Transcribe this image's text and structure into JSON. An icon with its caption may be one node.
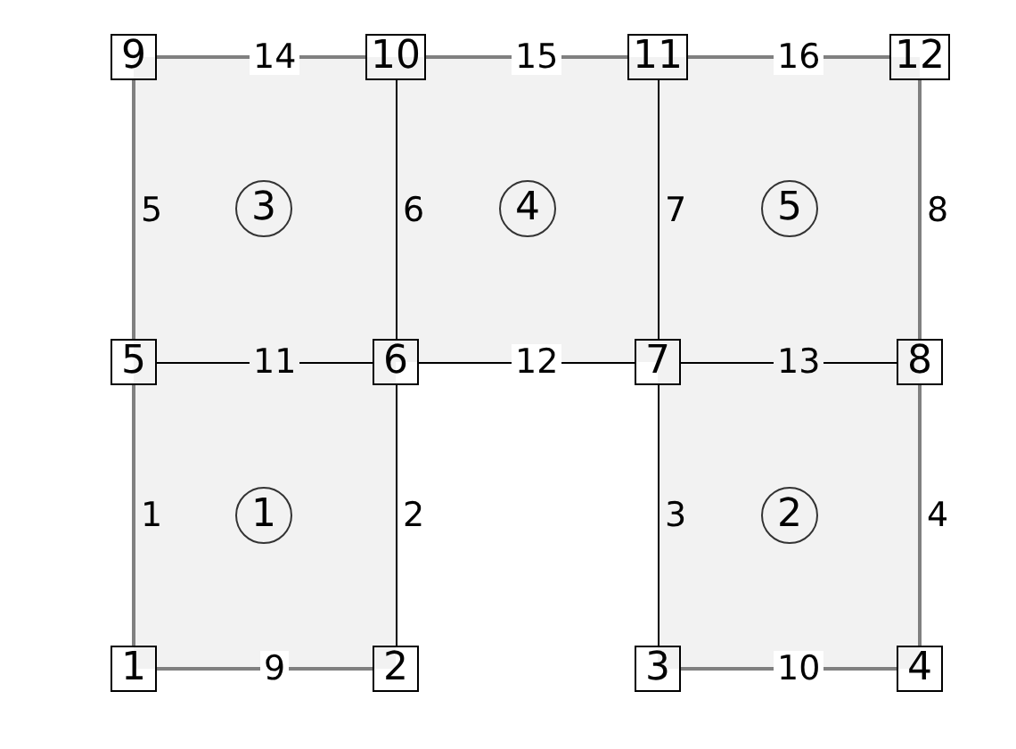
{
  "diagram": {
    "nodes": [
      {
        "text": [
          "1"
        ]
      },
      {
        "text": [
          "2"
        ]
      },
      {
        "text": [
          "3"
        ]
      },
      {
        "text": [
          "4"
        ]
      },
      {
        "text": [
          "5"
        ]
      },
      {
        "text": [
          "6"
        ]
      },
      {
        "text": [
          "7"
        ]
      },
      {
        "text": [
          "8"
        ]
      },
      {
        "text": [
          "9"
        ]
      },
      {
        "text": [
          "10"
        ]
      },
      {
        "text": [
          "11"
        ]
      },
      {
        "text": [
          "12"
        ]
      },
      {
        "text": [
          "1"
        ]
      },
      {
        "text": [
          "2"
        ]
      },
      {
        "text": [
          "3"
        ]
      },
      {
        "text": [
          "4"
        ]
      },
      {
        "text": [
          "5"
        ]
      }
    ],
    "edges": [
      {
        "from": 0,
        "to": 4,
        "arrow": "none",
        "label": "1"
      },
      {
        "from": 1,
        "to": 5,
        "arrow": "none",
        "label": "2",
        "color": "#000000"
      },
      {
        "from": 2,
        "to": 6,
        "arrow": "none",
        "label": "3",
        "color": "#000000"
      },
      {
        "from": 3,
        "to": 7,
        "arrow": "none",
        "label": "4"
      },
      {
        "from": 4,
        "to": 8,
        "arrow": "none",
        "label": "5"
      },
      {
        "from": 5,
        "to": 9,
        "arrow": "none",
        "label": "6",
        "color": "#000000"
      },
      {
        "from": 6,
        "to": 10,
        "arrow": "none",
        "label": "7",
        "color": "#000000"
      },
      {
        "from": 7,
        "to": 11,
        "arrow": "none",
        "label": "8"
      },
      {
        "from": 0,
        "to": 1,
        "arrow": "none",
        "label": "9"
      },
      {
        "from": 2,
        "to": 3,
        "arrow": "none",
        "label": "10"
      },
      {
        "from": 4,
        "to": 5,
        "arrow": "none",
        "label": "11",
        "color": "#000000"
      },
      {
        "from": 5,
        "to": 6,
        "arrow": "none",
        "label": "12",
        "color": "#000000"
      },
      {
        "from": 6,
        "to": 7,
        "arrow": "none",
        "label": "13",
        "color": "#000000"
      },
      {
        "from": 8,
        "to": 9,
        "arrow": "none",
        "label": "14"
      },
      {
        "from": 9,
        "to": 10,
        "arrow": "none",
        "label": "15"
      },
      {
        "from": 10,
        "to": 11,
        "arrow": "none",
        "label": "16"
      }
    ]
  }
}
